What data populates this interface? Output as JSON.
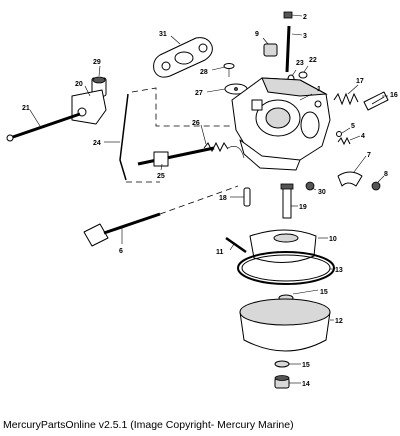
{
  "caption": "MercuryPartsOnline v2.5.1 (Image Copyright- Mercury Marine)",
  "callouts": [
    "1",
    "2",
    "3",
    "4",
    "5",
    "6",
    "7",
    "8",
    "9",
    "10",
    "11",
    "12",
    "13",
    "14",
    "15",
    "15",
    "16",
    "17",
    "18",
    "19",
    "20",
    "21",
    "22",
    "23",
    "24",
    "25",
    "26",
    "27",
    "28",
    "29",
    "30",
    "31"
  ]
}
